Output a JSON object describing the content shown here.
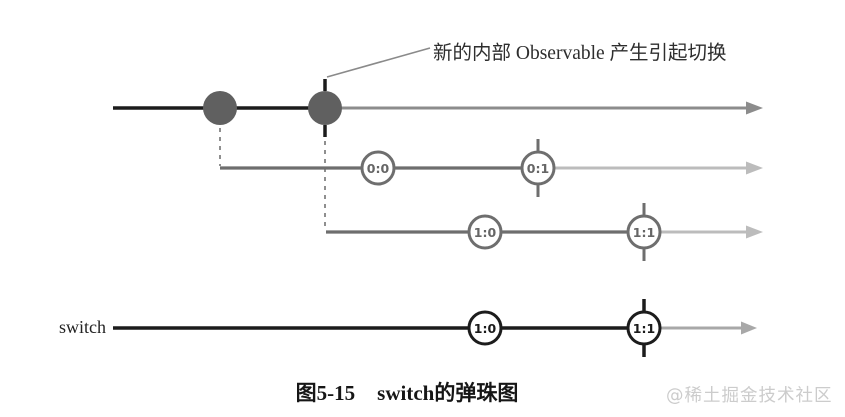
{
  "annotation": {
    "text": "新的内部 Observable 产生引起切换"
  },
  "output": {
    "label": "switch"
  },
  "marbles": {
    "inner0": [
      "0:0",
      "0:1"
    ],
    "inner1": [
      "1:0",
      "1:1"
    ],
    "output": [
      "1:0",
      "1:1"
    ]
  },
  "caption": {
    "figure": "图5-15",
    "title": "switch的弹珠图"
  },
  "watermark": {
    "text": "@稀土掘金技术社区"
  },
  "colors": {
    "timeline_black": "#1c1c1c",
    "timeline_dark_gray": "#6e6e6e",
    "timeline_top_gray": "#8c8c8c",
    "timeline_light_gray": "#bcbcbc",
    "source_marble_fill": "#606060",
    "open_marble_border_gray": "#6e6e6e",
    "open_marble_border_black": "#1c1c1c",
    "watermark_gray": "#cccccc",
    "background": "#ffffff"
  }
}
